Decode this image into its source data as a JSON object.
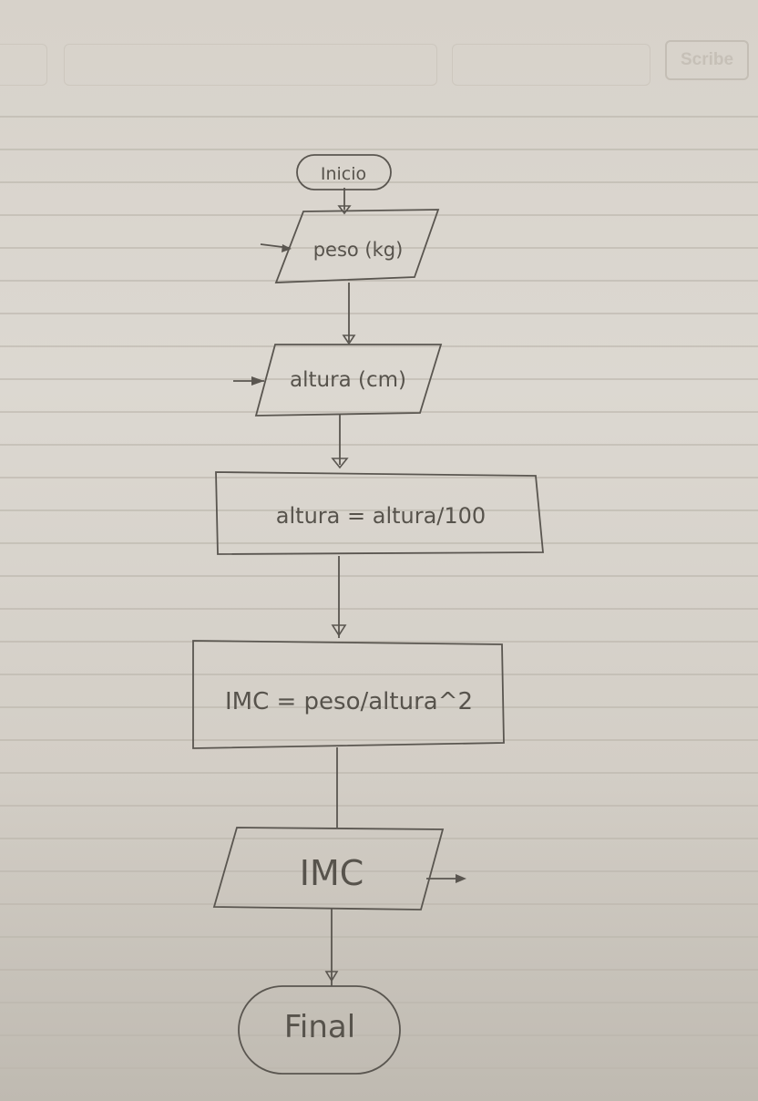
{
  "header": {
    "brand": "Scribe"
  },
  "flowchart": {
    "start": "Inicio",
    "input_weight": "peso (kg)",
    "input_height": "altura (cm)",
    "process_convert": "altura = altura/100",
    "process_bmi": "IMC = peso/altura^2",
    "output": "IMC",
    "end": "Final"
  }
}
